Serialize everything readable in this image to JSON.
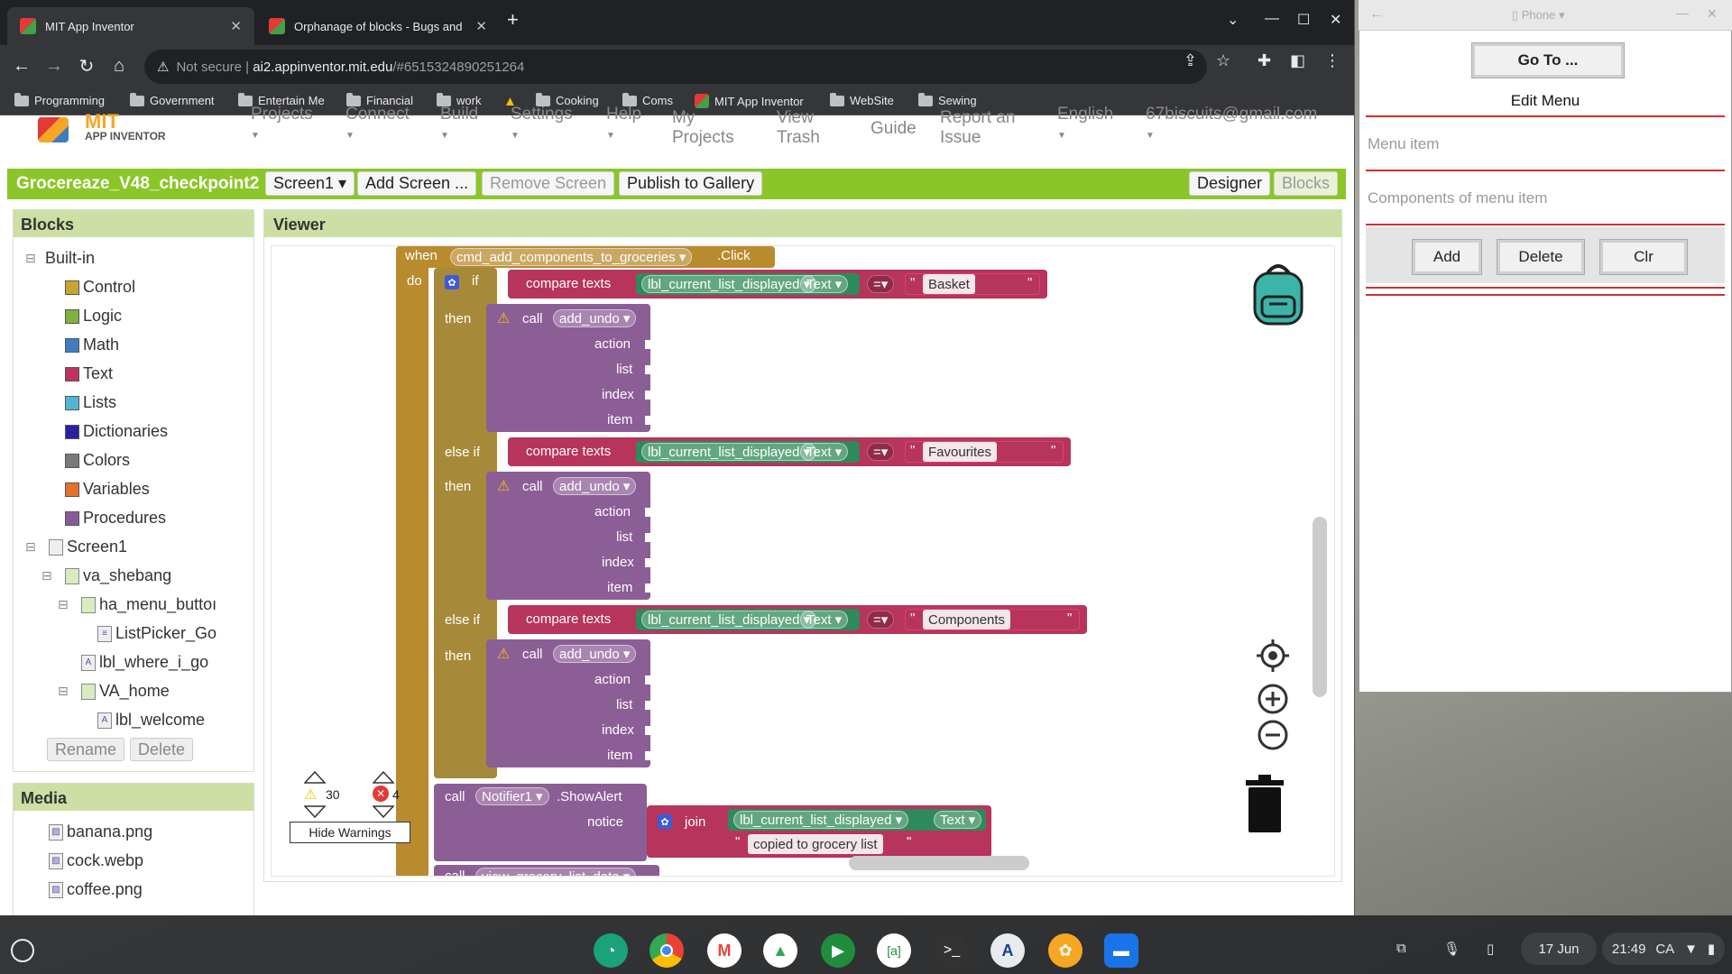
{
  "tabs": [
    {
      "title": "MIT App Inventor"
    },
    {
      "title": "Orphanage of blocks - Bugs and"
    }
  ],
  "omnibox": {
    "security": "Not secure",
    "separator": "|",
    "host": "ai2.appinventor.mit.edu",
    "path": "/#6515324890251264"
  },
  "bookmarks": [
    {
      "label": "Programming"
    },
    {
      "label": "Government"
    },
    {
      "label": "Entertain Me"
    },
    {
      "label": "Financial"
    },
    {
      "label": "work"
    },
    {
      "label": "Cooking"
    },
    {
      "label": "Coms"
    },
    {
      "label": "MIT App Inventor"
    },
    {
      "label": "WebSite"
    },
    {
      "label": "Sewing"
    }
  ],
  "ai_nav": {
    "logo_line1": "MIT",
    "logo_line2": "APP INVENTOR",
    "projects": "Projects",
    "connect": "Connect",
    "build": "Build",
    "settings": "Settings",
    "help": "Help",
    "my_projects_1": "My",
    "my_projects_2": "Projects",
    "view_trash_1": "View",
    "view_trash_2": "Trash",
    "guide": "Guide",
    "report_1": "Report an",
    "report_2": "Issue",
    "language": "English",
    "account": "67biscuits@gmail.com"
  },
  "project_bar": {
    "name": "Grocereaze_V48_checkpoint2",
    "screen_select": "Screen1 ▾",
    "add_screen": "Add Screen ...",
    "remove_screen": "Remove Screen",
    "publish": "Publish to Gallery",
    "designer": "Designer",
    "blocks": "Blocks"
  },
  "blocks_panel": {
    "title": "Blocks",
    "builtin": "Built-in",
    "builtin_items": [
      {
        "label": "Control",
        "color": "#c8a433"
      },
      {
        "label": "Logic",
        "color": "#7fb03d"
      },
      {
        "label": "Math",
        "color": "#3f7dc1"
      },
      {
        "label": "Text",
        "color": "#c0325f"
      },
      {
        "label": "Lists",
        "color": "#4fb6d8"
      },
      {
        "label": "Dictionaries",
        "color": "#2d1ea0"
      },
      {
        "label": "Colors",
        "color": "#7a7a7a"
      },
      {
        "label": "Variables",
        "color": "#e4722d"
      },
      {
        "label": "Procedures",
        "color": "#8a5a98"
      }
    ],
    "screen": "Screen1",
    "components": [
      {
        "label": "va_shebang"
      },
      {
        "label": "ha_menu_buttoı"
      },
      {
        "label": "ListPicker_Go"
      },
      {
        "label": "lbl_where_i_go"
      },
      {
        "label": "VA_home"
      },
      {
        "label": "lbl_welcome"
      }
    ],
    "rename": "Rename",
    "delete": "Delete"
  },
  "media_panel": {
    "title": "Media",
    "files": [
      {
        "label": "banana.png"
      },
      {
        "label": "cock.webp"
      },
      {
        "label": "coffee.png"
      }
    ]
  },
  "viewer": {
    "title": "Viewer",
    "event": {
      "when": "when",
      "component": "cmd_add_components_to_groceries",
      "event": ".Click",
      "do": "do"
    },
    "if": "if",
    "then": "then",
    "else_if": "else if",
    "compare": "compare texts",
    "lbl_component": "lbl_current_list_displayed",
    "text_prop": "Text",
    "op": "=",
    "values": [
      "Basket",
      "Favourites",
      "Components"
    ],
    "call": "call",
    "proc_name": "add_undo",
    "params": [
      "action",
      "list",
      "index",
      "item"
    ],
    "notifier": "Notifier1",
    "show_alert": ".ShowAlert",
    "notice": "notice",
    "join": "join",
    "copied": "copied to grocery list",
    "view_proc": "view_grocery_list_data",
    "warning_count": "30",
    "error_count": "4",
    "hide_warnings": "Hide Warnings"
  },
  "phone": {
    "device": "Phone",
    "goto": "Go To ...",
    "edit_menu": "Edit Menu",
    "menu_item_hint": "Menu item",
    "components_hint": "Components of menu item",
    "add": "Add",
    "delete": "Delete",
    "clr": "Clr"
  },
  "shelf": {
    "date": "17 Jun",
    "time": "21:49",
    "region": "CA"
  },
  "colors": {
    "ai_green": "#8ac627",
    "event_block": "#b88b2f",
    "procedure_block": "#8c5e96",
    "text_block": "#b7345d",
    "component_block": "#2e8a5a",
    "red_line": "#d32f2f"
  }
}
